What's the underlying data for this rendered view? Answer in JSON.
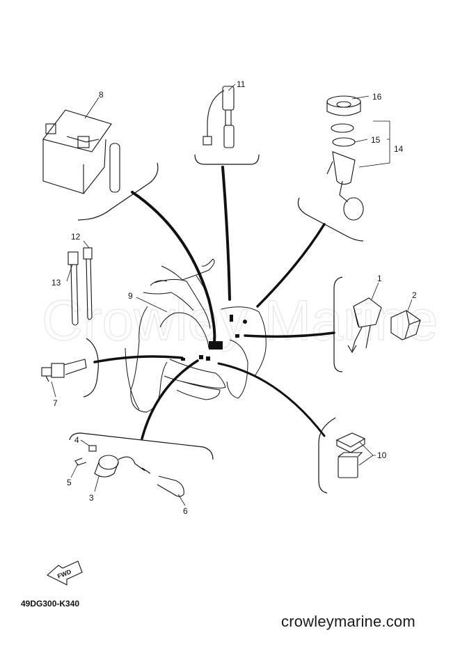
{
  "watermark": "Crowley Marine",
  "part_code": "49DG300-K340",
  "website": "crowleymarine.com",
  "fwd_label": "FWD",
  "callouts": {
    "c1": "1",
    "c2": "2",
    "c3": "3",
    "c4": "4",
    "c5": "5",
    "c6": "6",
    "c7": "7",
    "c8": "8",
    "c9": "9",
    "c10": "10",
    "c11": "11",
    "c12": "12",
    "c13": "13",
    "c14": "14",
    "c15": "15",
    "c16": "16"
  }
}
